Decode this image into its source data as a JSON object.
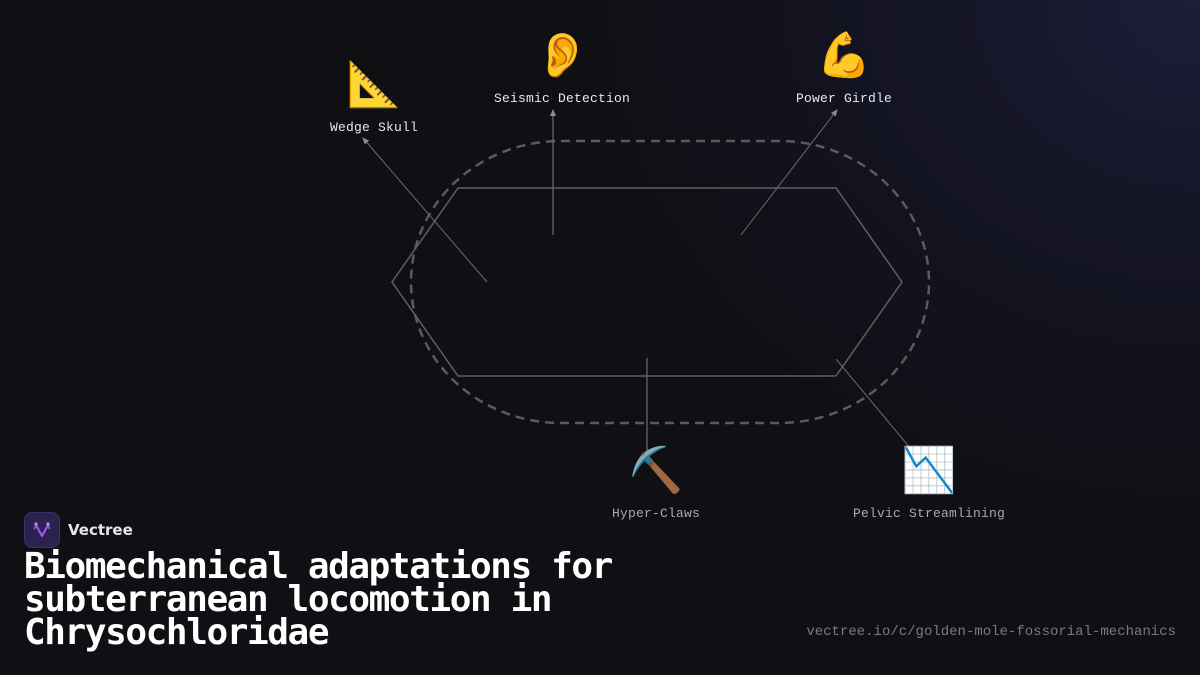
{
  "diagram": {
    "central_shape": "hexagon",
    "boundary": "dashed-rounded-outline",
    "nodes": [
      {
        "id": "wedge-skull",
        "label": "Wedge Skull",
        "icon": "triangular-ruler-icon",
        "emoji": "📐",
        "position": "top-left"
      },
      {
        "id": "seismic-detection",
        "label": "Seismic Detection",
        "icon": "ear-icon",
        "emoji": "👂",
        "position": "top-center"
      },
      {
        "id": "power-girdle",
        "label": "Power Girdle",
        "icon": "flexed-biceps-icon",
        "emoji": "💪",
        "position": "top-right"
      },
      {
        "id": "hyper-claws",
        "label": "Hyper-Claws",
        "icon": "pick-icon",
        "emoji": "⛏️",
        "position": "bottom-center"
      },
      {
        "id": "pelvic-streamlining",
        "label": "Pelvic Streamlining",
        "icon": "chart-decreasing-icon",
        "emoji": "📉",
        "position": "bottom-right"
      }
    ]
  },
  "brand": {
    "name": "Vectree",
    "logo_icon": "vectree-logo-icon",
    "accent": "#a855f7"
  },
  "title": "Biomechanical adaptations for subterranean locomotion in Chrysochloridae",
  "url": "vectree.io/c/golden-mole-fossorial-mechanics",
  "colors": {
    "background": "#0f0f14",
    "line": "#6b6b70",
    "text": "#e8e8ee",
    "muted": "#7a7a82"
  }
}
